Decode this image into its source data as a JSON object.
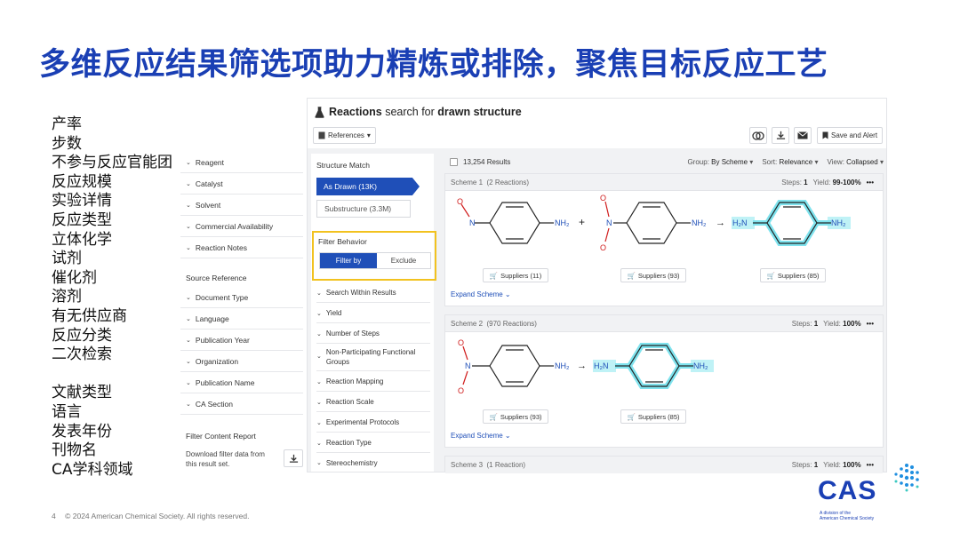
{
  "slide": {
    "title": "多维反应结果筛选项助力精炼或排除，聚焦目标反应工艺",
    "list": [
      "产率",
      "步数",
      "不参与反应官能团",
      "反应规模",
      "实验详情",
      "反应类型",
      "立体化学",
      "试剂",
      "催化剂",
      "溶剂",
      "有无供应商",
      "反应分类",
      "二次检索"
    ],
    "list2": [
      "文献类型",
      "语言",
      "发表年份",
      "刊物名",
      "CA学科领域"
    ],
    "footer_num": "4",
    "footer_text": "© 2024 American Chemical Society. All rights reserved.",
    "logo": {
      "letters": "CAS",
      "tag1": "A division of the",
      "tag2": "American Chemical Society"
    }
  },
  "app": {
    "title_bold1": "Reactions",
    "title_mid": " search for ",
    "title_bold2": "drawn structure",
    "references_label": "References",
    "save_alert_label": "Save and Alert",
    "left_filters": [
      "Reagent",
      "Catalyst",
      "Solvent",
      "Commercial Availability",
      "Reaction Notes"
    ],
    "source_reference_label": "Source Reference",
    "source_filters": [
      "Document Type",
      "Language",
      "Publication Year",
      "Organization",
      "Publication Name",
      "CA Section"
    ],
    "filter_content_report": "Filter Content Report",
    "download_note_1": "Download filter data from",
    "download_note_2": "this result set.",
    "structure_match_label": "Structure Match",
    "as_drawn": "As Drawn (13K)",
    "substructure": "Substructure (3.3M)",
    "filter_behavior_label": "Filter Behavior",
    "filter_by": "Filter by",
    "exclude": "Exclude",
    "mid_filters": [
      "Search Within Results",
      "Yield",
      "Number of Steps",
      "Non-Participating Functional",
      "Groups",
      "Reaction Mapping",
      "Reaction Scale",
      "Experimental Protocols",
      "Reaction Type",
      "Stereochemistry"
    ],
    "results_count": "13,254 Results",
    "group_label": "Group:",
    "group_value": "By Scheme",
    "sort_label": "Sort:",
    "sort_value": "Relevance",
    "view_label": "View:",
    "view_value": "Collapsed",
    "schemes": [
      {
        "title": "Scheme 1",
        "reactions": "(2 Reactions)",
        "steps_label": "Steps:",
        "steps": "1",
        "yield_label": "Yield:",
        "yield": "99-100%",
        "suppliers": [
          "Suppliers (11)",
          "Suppliers (93)",
          "Suppliers (85)"
        ]
      },
      {
        "title": "Scheme 2",
        "reactions": "(970 Reactions)",
        "steps_label": "Steps:",
        "steps": "1",
        "yield_label": "Yield:",
        "yield": "100%",
        "suppliers": [
          "Suppliers (93)",
          "Suppliers (85)"
        ]
      },
      {
        "title": "Scheme 3",
        "reactions": "(1 Reaction)",
        "steps_label": "Steps:",
        "steps": "1",
        "yield_label": "Yield:",
        "yield": "100%"
      }
    ],
    "expand_scheme": "Expand Scheme",
    "chem": {
      "nh2": "NH₂",
      "h2n": "H₂N",
      "n": "N",
      "o": "O",
      "plus": "+",
      "arrow": "→"
    }
  },
  "colors": {
    "title_blue": "#1a3fb4",
    "action_blue": "#1f4fb8",
    "highlight_yellow": "#f2c21f",
    "cyan_highlight": "#7fe3ee"
  }
}
